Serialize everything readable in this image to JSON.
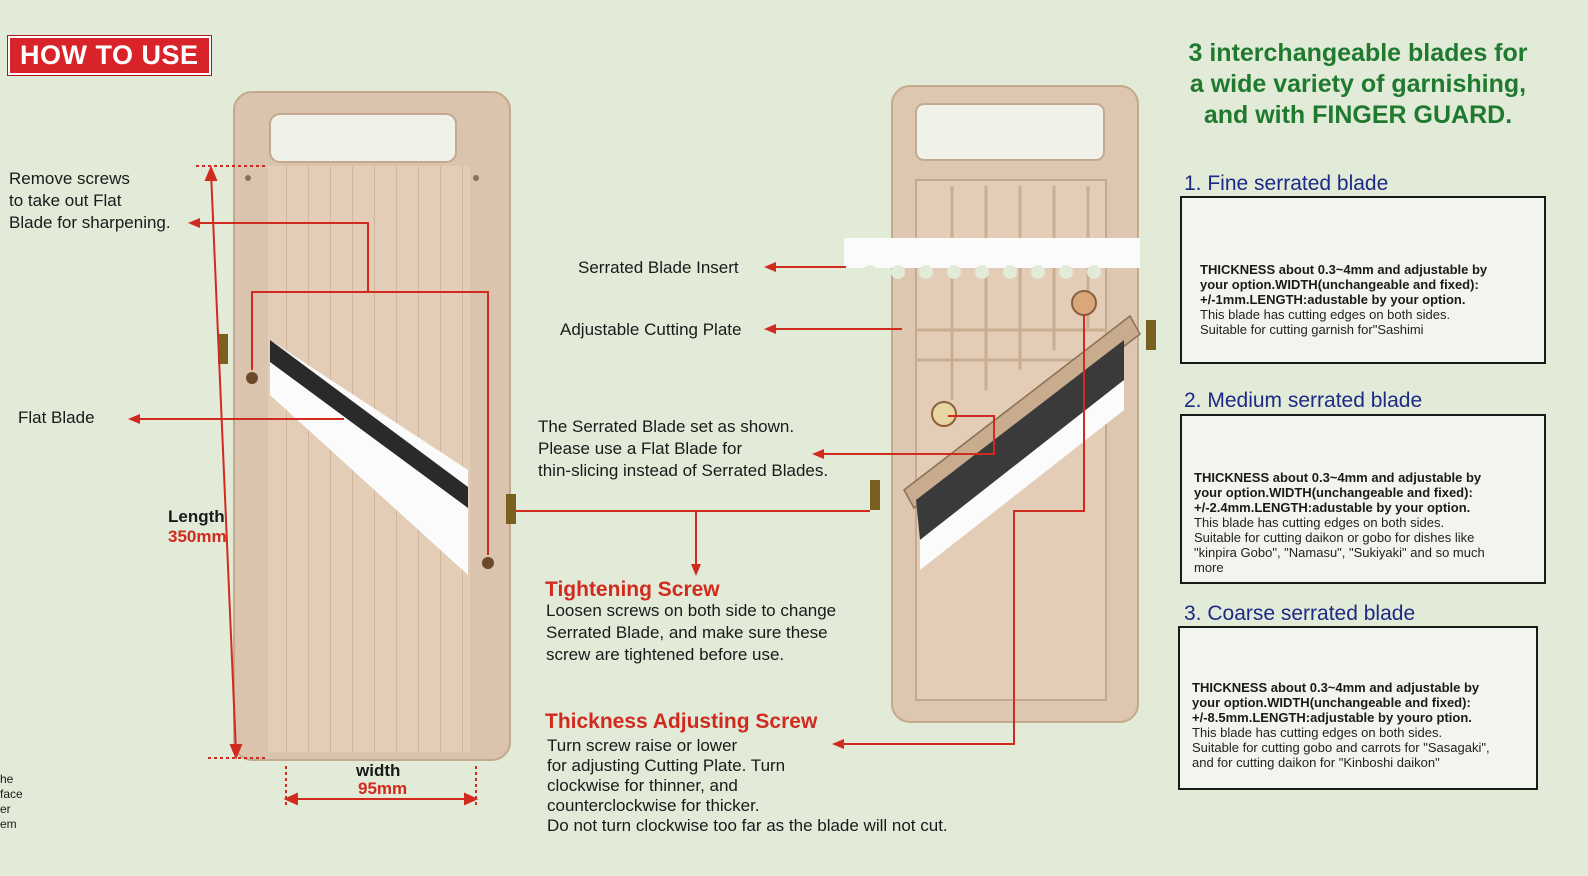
{
  "colors": {
    "background": "#e2ead8",
    "accent_red": "#d12a1f",
    "heading_green": "#1f7a2f",
    "blade_title_blue": "#1b2a86",
    "slicer_body": "#ddc7b0"
  },
  "header": {
    "badge": "HOW TO USE"
  },
  "left_labels": {
    "remove_screws": [
      "Remove screws",
      "to take out Flat",
      "Blade for sharpening."
    ],
    "flat_blade": "Flat Blade",
    "length_label": "Length",
    "length_value": "350mm",
    "width_label": "width",
    "width_value": "95mm",
    "edge_text": [
      "he",
      "face",
      "er",
      "em"
    ]
  },
  "middle_labels": {
    "serrated_insert": "Serrated Blade Insert",
    "cutting_plate": "Adjustable Cutting Plate",
    "serrated_set": [
      "The Serrated Blade set as shown.",
      "Please use a Flat Blade for",
      "thin-slicing instead of Serrated Blades."
    ],
    "tightening_title": "Tightening Screw",
    "tightening_desc": [
      "Loosen screws on both side to change",
      "Serrated Blade, and make sure these",
      "screw are tightened before use."
    ],
    "thickness_title": "Thickness Adjusting Screw",
    "thickness_desc": [
      "Turn screw raise or lower",
      "for adjusting Cutting Plate. Turn",
      "clockwise for thinner, and",
      "counterclockwise for thicker.",
      "Do not turn clockwise too far as the blade will not cut."
    ]
  },
  "right_panel": {
    "heading": [
      "3 interchangeable blades for",
      "a wide variety of garnishing,",
      "and with FINGER GUARD."
    ],
    "blades": [
      {
        "title": "1. Fine serrated blade",
        "bold": [
          "THICKNESS about 0.3~4mm and adjustable by",
          "your option.WIDTH(unchangeable and fixed):",
          "+/-1mm.LENGTH:adustable by your option."
        ],
        "normal": [
          "This blade has cutting edges on both sides.",
          "Suitable for cutting garnish for\"Sashimi"
        ]
      },
      {
        "title": "2. Medium serrated blade",
        "bold": [
          "THICKNESS about 0.3~4mm and adjustable by",
          "your option.WIDTH(unchangeable and fixed):",
          "+/-2.4mm.LENGTH:adustable by your option."
        ],
        "normal": [
          "This blade has cutting edges on both sides.",
          "Suitable for cutting daikon or gobo for dishes like",
          "\"kinpira Gobo\", \"Namasu\", \"Sukiyaki\" and so much",
          "more"
        ]
      },
      {
        "title": "3. Coarse serrated blade",
        "bold": [
          "THICKNESS about 0.3~4mm and adjustable by",
          "your option.WIDTH(unchangeable and fixed):",
          "+/-8.5mm.LENGTH:adjustable by youro ption."
        ],
        "normal": [
          "This blade has cutting edges on both sides.",
          "Suitable for cutting gobo and carrots for \"Sasagaki\",",
          "and for cutting daikon for \"Kinboshi daikon\""
        ]
      }
    ]
  }
}
